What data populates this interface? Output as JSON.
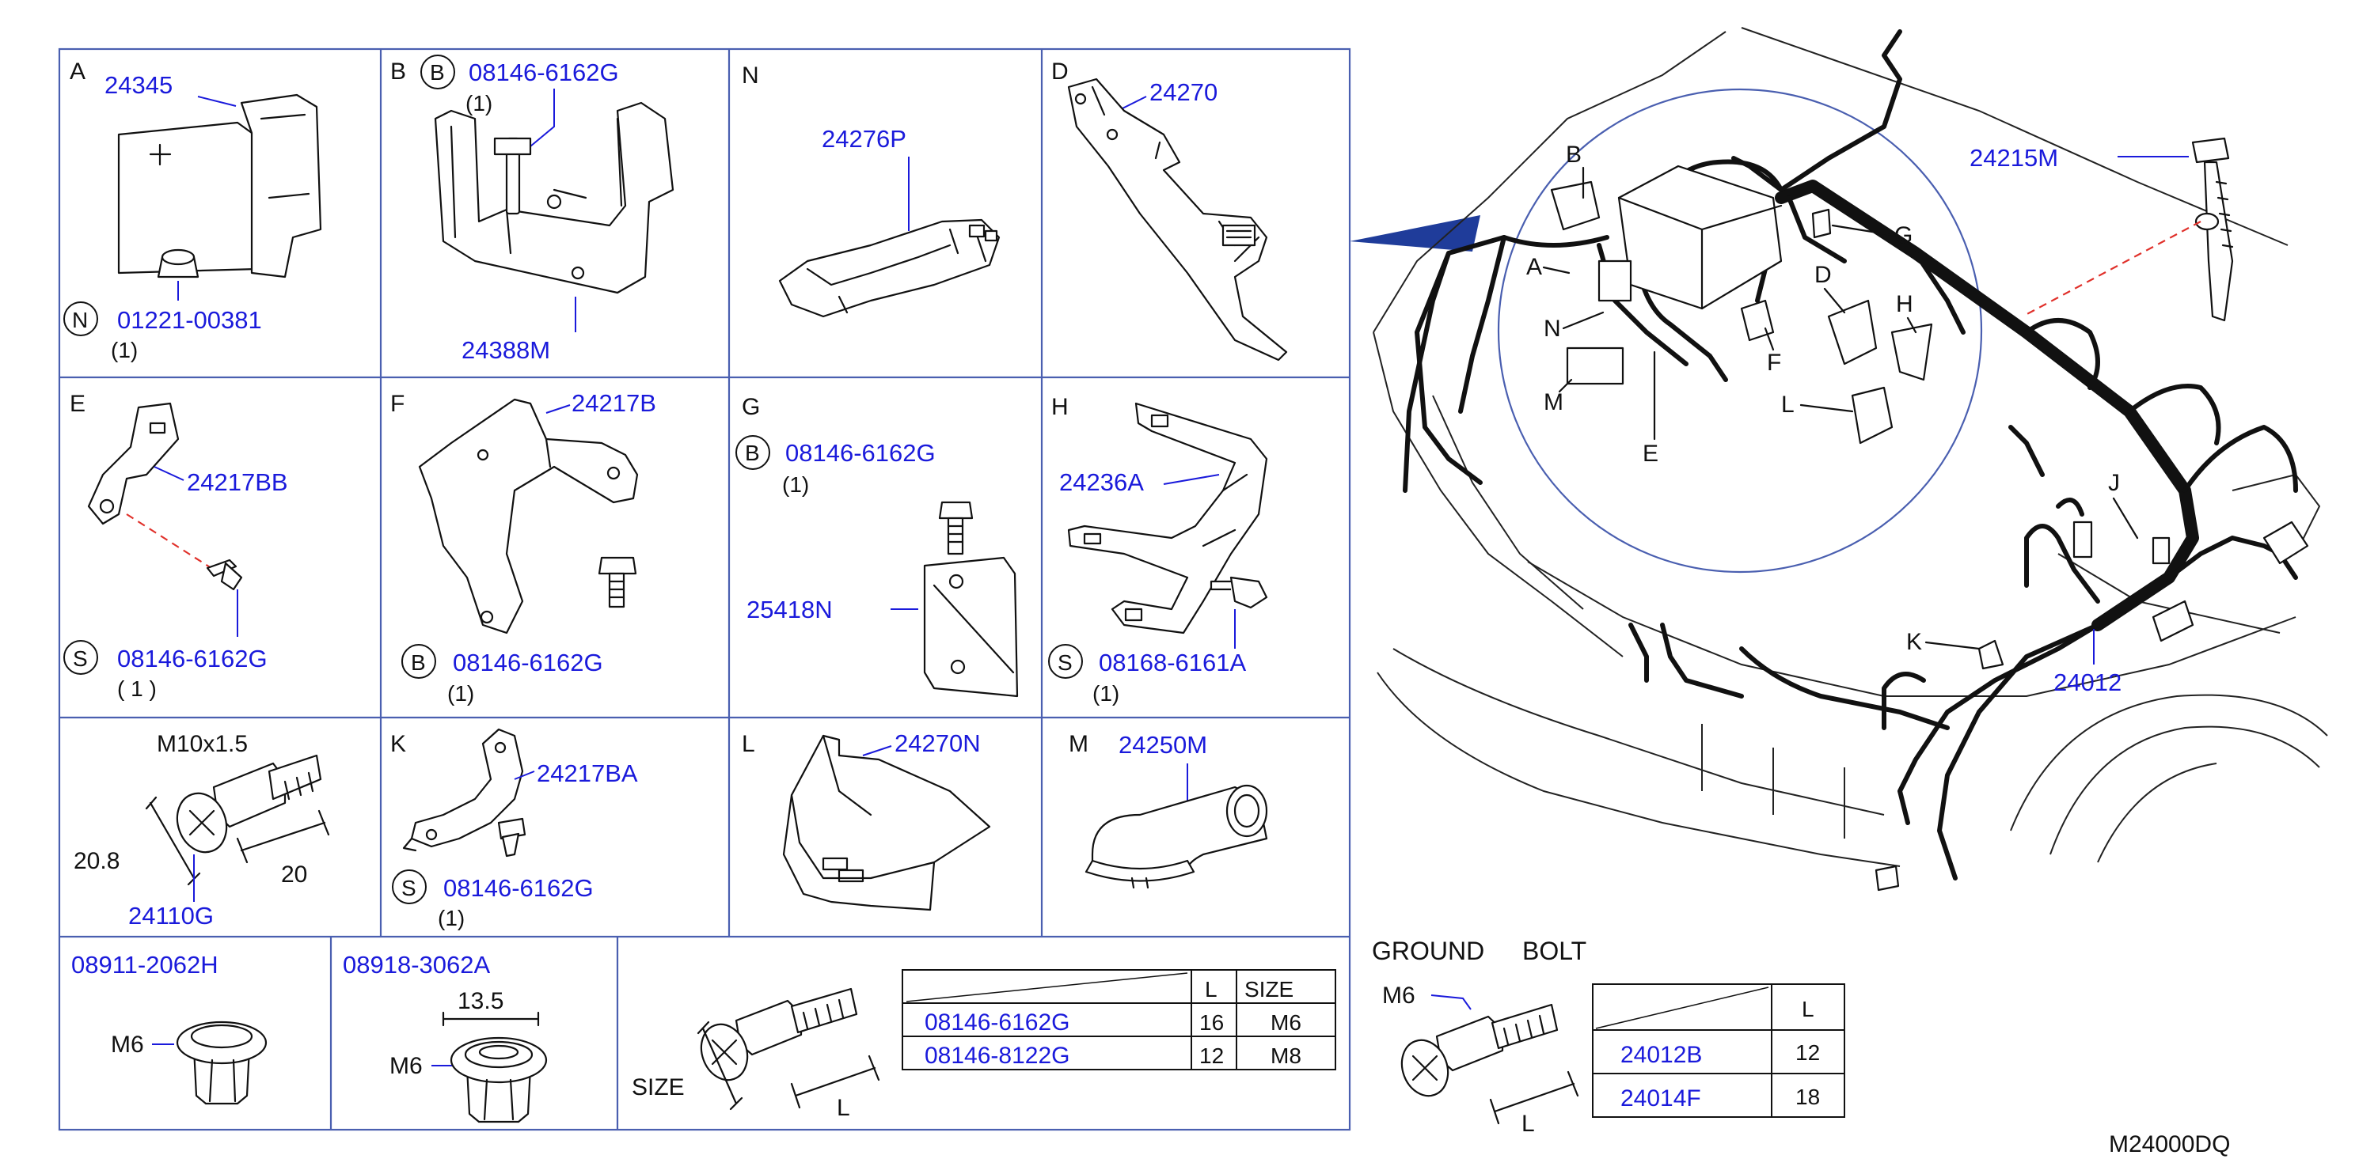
{
  "diagram_code": "M24000DQ",
  "cells": [
    {
      "id": "A",
      "letter": "A",
      "parts": [
        {
          "num": "24345"
        },
        {
          "badge": "N",
          "num": "01221-00381",
          "qty": "(1)"
        }
      ]
    },
    {
      "id": "B",
      "letter": "B",
      "parts": [
        {
          "badge": "B",
          "num": "08146-6162G",
          "qty": "(1)"
        },
        {
          "num": "24388M"
        }
      ]
    },
    {
      "id": "N",
      "letter": "N",
      "parts": [
        {
          "num": "24276P"
        }
      ]
    },
    {
      "id": "D",
      "letter": "D",
      "parts": [
        {
          "num": "24270"
        }
      ]
    },
    {
      "id": "E",
      "letter": "E",
      "parts": [
        {
          "num": "24217BB"
        },
        {
          "badge": "S",
          "num": "08146-6162G",
          "qty": "( 1 )"
        }
      ]
    },
    {
      "id": "F",
      "letter": "F",
      "parts": [
        {
          "num": "24217B"
        },
        {
          "badge": "B",
          "num": "08146-6162G",
          "qty": "(1)"
        }
      ]
    },
    {
      "id": "G",
      "letter": "G",
      "parts": [
        {
          "badge": "B",
          "num": "08146-6162G",
          "qty": "(1)"
        },
        {
          "num": "25418N"
        }
      ]
    },
    {
      "id": "H",
      "letter": "H",
      "parts": [
        {
          "num": "24236A"
        },
        {
          "badge": "S",
          "num": "08168-6161A",
          "qty": "(1)"
        }
      ]
    },
    {
      "id": "bolt",
      "letter": "",
      "parts": [
        {
          "num": "24110G"
        }
      ],
      "thread": "M10x1.5",
      "dim_size": "20.8",
      "dim_len": "20"
    },
    {
      "id": "K",
      "letter": "K",
      "parts": [
        {
          "num": "24217BA"
        },
        {
          "badge": "S",
          "num": "08146-6162G",
          "qty": "(1)"
        }
      ]
    },
    {
      "id": "L",
      "letter": "L",
      "parts": [
        {
          "num": "24270N"
        }
      ]
    },
    {
      "id": "M",
      "letter": "M",
      "parts": [
        {
          "num": "24250M"
        }
      ]
    }
  ],
  "nuts": [
    {
      "num": "08911-2062H",
      "size": "M6"
    },
    {
      "num": "08918-3062A",
      "size": "M6",
      "dim": "13.5"
    }
  ],
  "bolt_table": {
    "size_label": "SIZE",
    "len_label": "L",
    "headers": [
      "L",
      "SIZE"
    ],
    "rows": [
      {
        "num": "08146-6162G",
        "L": "16",
        "size": "M6"
      },
      {
        "num": "08146-8122G",
        "L": "12",
        "size": "M8"
      }
    ]
  },
  "ground_bolt": {
    "title_a": "GROUND",
    "title_b": "BOLT",
    "size": "M6",
    "len_label": "L",
    "header": "L",
    "rows": [
      {
        "num": "24012B",
        "L": "12"
      },
      {
        "num": "24014F",
        "L": "18"
      }
    ]
  },
  "callouts": {
    "letters": [
      "B",
      "A",
      "N",
      "M",
      "E",
      "F",
      "D",
      "G",
      "H",
      "L",
      "J",
      "K"
    ],
    "harness": "24012",
    "clip": "24215M"
  },
  "colors": {
    "part_number": "#1a1adb",
    "grid": "#4a5fb0",
    "dashed_leader": "#e0302a"
  }
}
